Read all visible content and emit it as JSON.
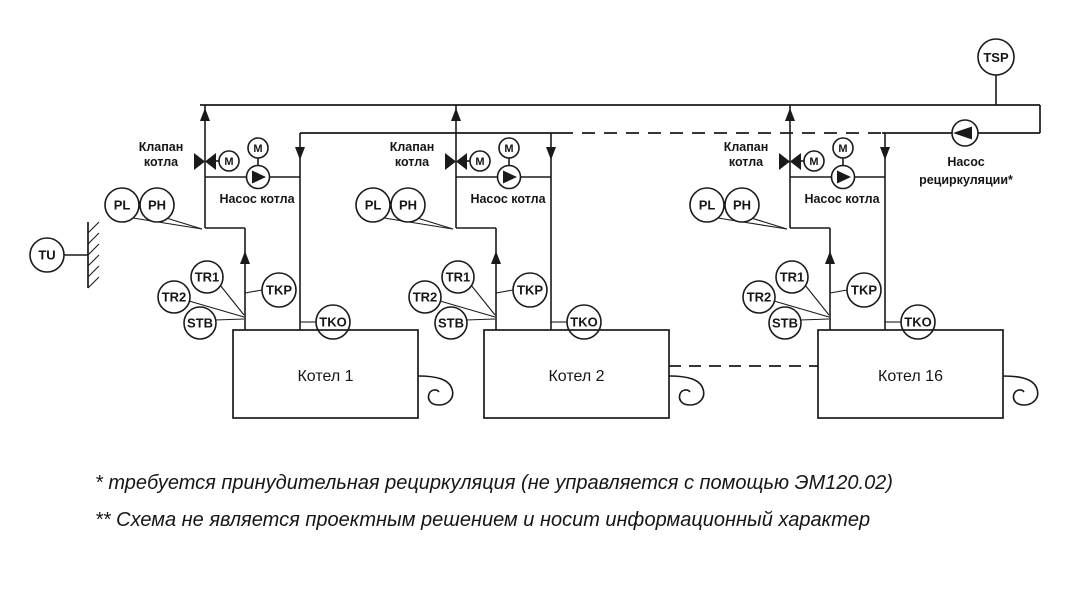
{
  "labels": {
    "valve_line1": "Клапан",
    "valve_line2": "котла",
    "boiler_pump": "Насос котла",
    "recirc_line1": "Насос",
    "recirc_line2": "рециркуляции*",
    "motor": "M"
  },
  "sensors": {
    "pl": "PL",
    "ph": "PH",
    "tr1": "TR1",
    "tr2": "TR2",
    "stb": "STB",
    "tkp": "TKP",
    "tko": "TKO",
    "tu": "TU",
    "tsp": "TSP"
  },
  "boilers": [
    {
      "label": "Котел 1"
    },
    {
      "label": "Котел 2"
    },
    {
      "label": "Котел 16"
    }
  ],
  "footnotes": [
    "* требуется принудительная рециркуляция (не управляется с помощью ЭМ120.02)",
    "** Схема не является проектным решением и носит информационный характер"
  ],
  "colors": {
    "ink": "#1a1a1a",
    "background": "#ffffff"
  }
}
